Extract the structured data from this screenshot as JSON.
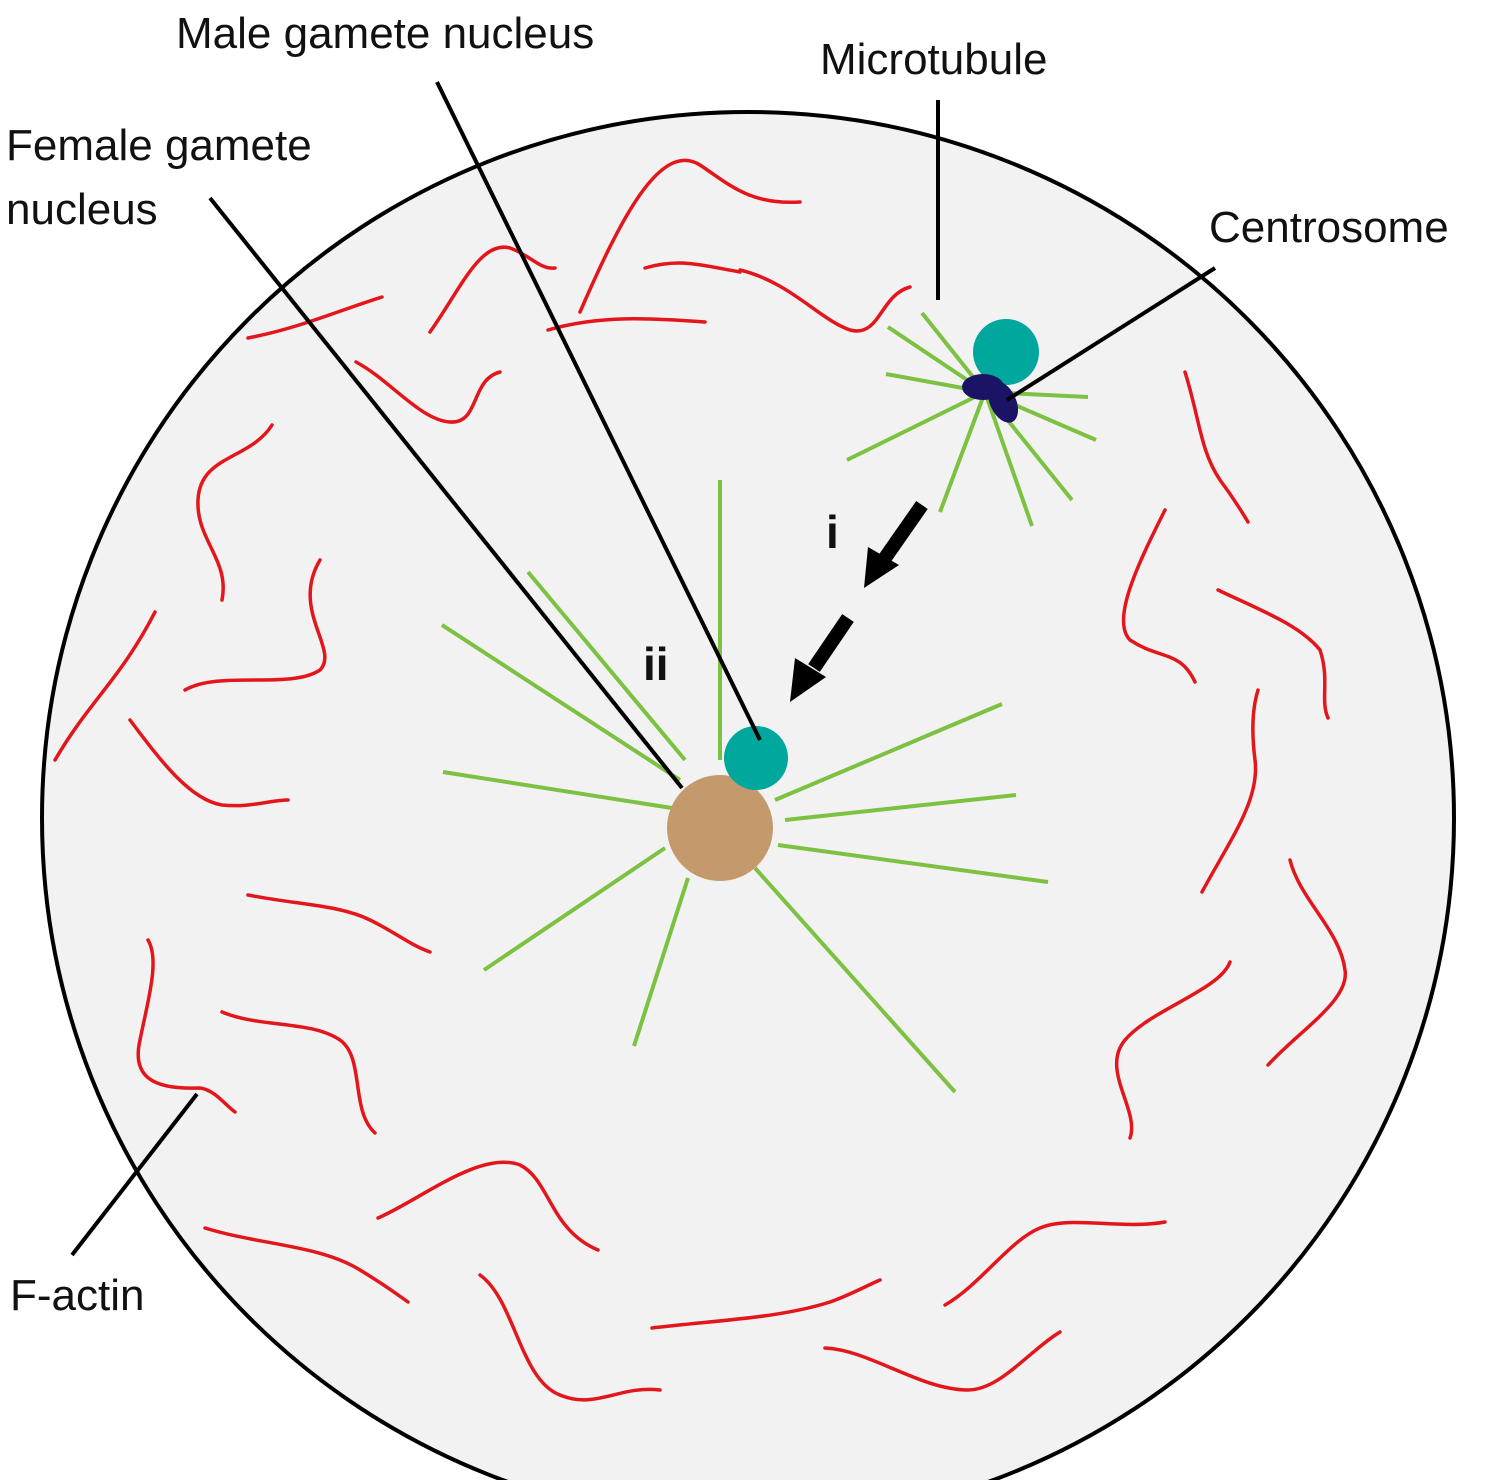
{
  "labels": {
    "male_nucleus": "Male gamete nucleus",
    "microtubule": "Microtubule",
    "female_nucleus_line1": "Female gamete",
    "female_nucleus_line2": "nucleus",
    "centrosome": "Centrosome",
    "f_actin": "F-actin"
  },
  "steps": {
    "step_i": "i",
    "step_ii": "ii"
  },
  "colors": {
    "cell_fill": "#f2f2f2",
    "cell_outline": "#000000",
    "f_actin": "#e2161b",
    "microtubule": "#7dc142",
    "male_pronucleus": "#00a79d",
    "female_pronucleus": "#c49a6c",
    "centrosome": "#1b1464",
    "arrow": "#000000"
  }
}
